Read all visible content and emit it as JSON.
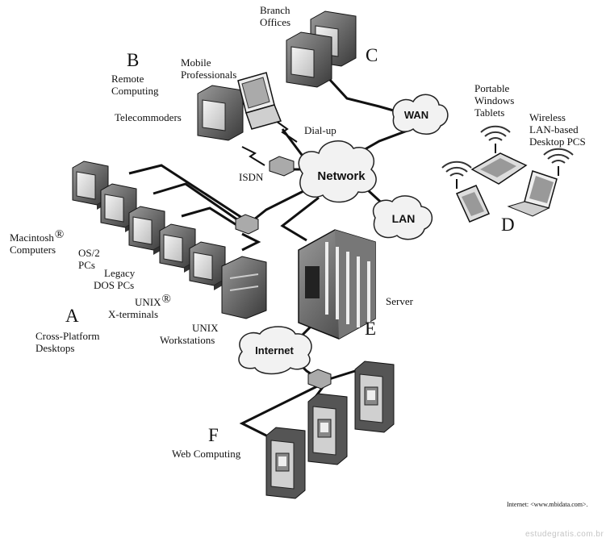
{
  "labels": {
    "branch_offices": [
      "Branch",
      "Offices"
    ],
    "letter_c": "C",
    "letter_b": "B",
    "remote_computing": [
      "Remote",
      "Computing"
    ],
    "mobile_professionals": [
      "Mobile",
      "Professionals"
    ],
    "telecommoders": "Telecommoders",
    "dial_up": "Dial-up",
    "isdn": "ISDN",
    "portable_tablets": [
      "Portable",
      "Windows",
      "Tablets"
    ],
    "wireless_desktops": [
      "Wireless",
      "LAN-based",
      "Desktop PCS"
    ],
    "letter_d": "D",
    "macintosh": "Macintosh",
    "macintosh_sup": "®",
    "computers": "Computers",
    "os2": [
      "OS/2",
      "PCs"
    ],
    "legacy_dos": [
      "Legacy",
      "DOS PCs"
    ],
    "unix_x": "UNIX",
    "unix_x_sup": "®",
    "x_terminals": "X-terminals",
    "letter_a": "A",
    "cross_platform": [
      "Cross-Platform",
      "Desktops"
    ],
    "unix_workstations": [
      "UNIX",
      "Workstations"
    ],
    "server": "Server",
    "letter_e": "E",
    "letter_f": "F",
    "web_computing": "Web Computing"
  },
  "clouds": {
    "wan": "WAN",
    "network": "Network",
    "lan": "LAN",
    "internet": "Internet"
  },
  "credit": "Internet: <www.mbidata.com>.",
  "watermark": "estudegratis.com.br"
}
